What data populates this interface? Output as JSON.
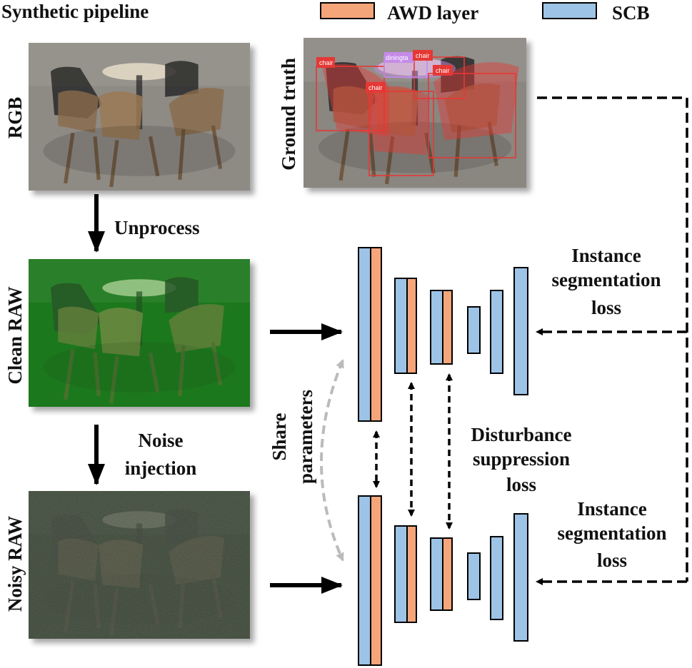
{
  "header": {
    "title": "Synthetic pipeline",
    "legend": [
      {
        "label": "AWD layer",
        "color": "#F4A57A"
      },
      {
        "label": "SCB",
        "color": "#9DC3E6"
      }
    ]
  },
  "images": {
    "rgb_label": "RGB",
    "ground_truth_label": "Ground truth",
    "clean_raw_label": "Clean RAW",
    "noisy_raw_label": "Noisy RAW"
  },
  "ground_truth_tags": [
    "chair",
    "diningta",
    "chair",
    "chair",
    "chair"
  ],
  "pipeline": {
    "unprocess_label": "Unprocess",
    "noise_line1": "Noise",
    "noise_line2": "injection"
  },
  "network": {
    "share_line1": "Share",
    "share_line2": "parameters",
    "loss_top": [
      "Instance",
      "segmentation",
      "loss"
    ],
    "loss_mid": [
      "Disturbance",
      "suppression",
      "loss"
    ],
    "loss_bottom": [
      "Instance",
      "segmentation",
      "loss"
    ]
  },
  "colors": {
    "awd": "#F4A57A",
    "scb": "#9DC3E6",
    "box_red": "#E53935",
    "box_violet": "#C58BE8",
    "arrow_grey": "#BBBBBB"
  }
}
